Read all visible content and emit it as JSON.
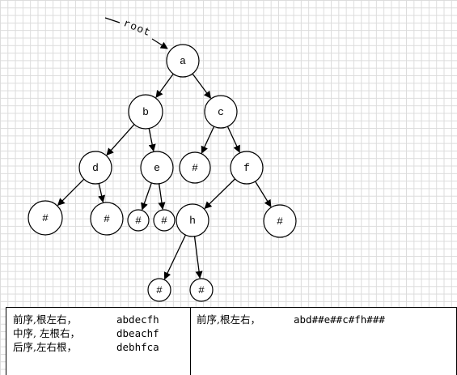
{
  "diagram": {
    "root_label": "root",
    "nodes": [
      {
        "id": "a",
        "label": "a"
      },
      {
        "id": "b",
        "label": "b"
      },
      {
        "id": "c",
        "label": "c"
      },
      {
        "id": "d",
        "label": "d"
      },
      {
        "id": "e",
        "label": "e"
      },
      {
        "id": "c_null",
        "label": "#"
      },
      {
        "id": "f",
        "label": "f"
      },
      {
        "id": "d_left_null",
        "label": "#"
      },
      {
        "id": "d_right_null",
        "label": "#"
      },
      {
        "id": "e_left_null",
        "label": "#"
      },
      {
        "id": "e_right_null",
        "label": "#"
      },
      {
        "id": "h",
        "label": "h"
      },
      {
        "id": "f_right_null",
        "label": "#"
      },
      {
        "id": "h_left_null",
        "label": "#"
      },
      {
        "id": "h_right_null",
        "label": "#"
      }
    ],
    "edges": [
      [
        "a",
        "b"
      ],
      [
        "a",
        "c"
      ],
      [
        "b",
        "d"
      ],
      [
        "b",
        "e"
      ],
      [
        "c",
        "c_null"
      ],
      [
        "c",
        "f"
      ],
      [
        "d",
        "d_left_null"
      ],
      [
        "d",
        "d_right_null"
      ],
      [
        "e",
        "e_left_null"
      ],
      [
        "e",
        "e_right_null"
      ],
      [
        "f",
        "h"
      ],
      [
        "f",
        "f_right_null"
      ],
      [
        "h",
        "h_left_null"
      ],
      [
        "h",
        "h_right_null"
      ]
    ]
  },
  "traversals": {
    "left": [
      {
        "label": "前序,根左右，",
        "sequence": "abdecfh"
      },
      {
        "label": "中序, 左根右，",
        "sequence": "dbeachf"
      },
      {
        "label": "后序,左右根，",
        "sequence": "debhfca"
      }
    ],
    "right": {
      "label": "前序,根左右，",
      "sequence": "abd##e##c#fh###"
    }
  }
}
